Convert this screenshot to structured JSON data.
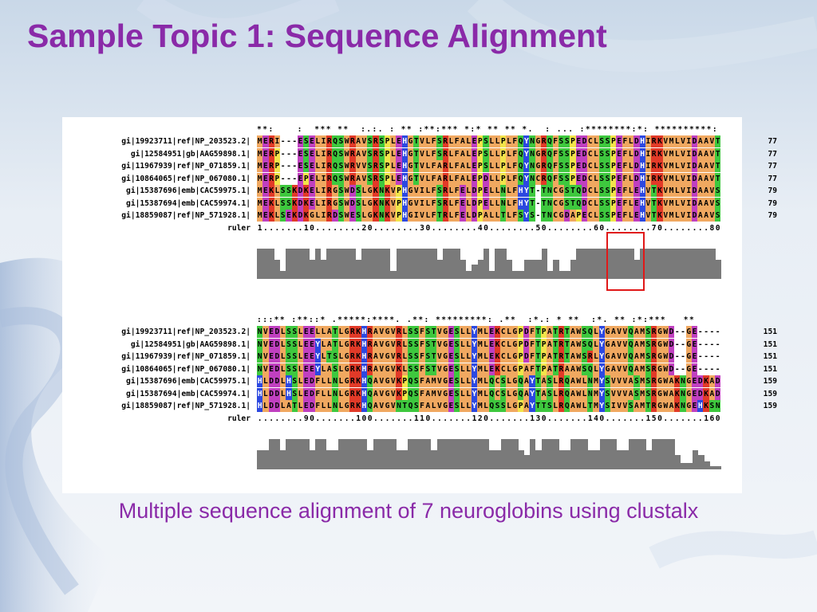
{
  "title": "Sample Topic 1: Sequence Alignment",
  "caption": "Multiple sequence alignment of 7 neuroglobins using clustalx",
  "colors": {
    "title": "#8a2aa8",
    "highlight_box": "#e01818"
  },
  "blocks": [
    {
      "consensus": "**:    :  *** **  :.:. : ** :**:*** *:* ** ** *.  : ... :********:*: **********:",
      "rows": [
        {
          "label": "gi|19923711|ref|NP_203523.2|",
          "seq": "MERI---ESELIRQSWRAVSRSPLEHGTVLFSRLFALEPSLLPLFQYNGRQFSSPEDCLSSPEFLDHIRKVMLVIDAAVT",
          "end": "77"
        },
        {
          "label": "gi|12584951|gb|AAG59898.1|",
          "seq": "MERP---ESELIRQSWRAVSRSPLEHGTVLFSRLFALEPSLLPLFQYNGRQFSSPEDCLSSPEFLDHIRKVMLVIDAAVT",
          "end": "77"
        },
        {
          "label": "gi|11967939|ref|NP_071859.1|",
          "seq": "MERP---ESELIRQSWRVVSRSPLEHGTVLFARLFALEPSLLPLFQYNGRQFSSPEDCLSSPEFLDHIRKVMLVIDAAVT",
          "end": "77"
        },
        {
          "label": "gi|10864065|ref|NP_067080.1|",
          "seq": "MERP---EPELIRQSWRAVSRSPLEHGTVLFARLFALEPDLLPLFQYNCRQFSSPEDCLSSPEFLDHIRKVMLVIDAAVT",
          "end": "77"
        },
        {
          "label": "gi|15387696|emb|CAC59975.1|",
          "seq": "MEKLSSKDKELIRGSWDSLGKNKVPHGVILFSRLFELDPELLNLFHYT-TNCGSTQDCLSSPEFLEHVTKVMLVIDAAVS",
          "end": "79"
        },
        {
          "label": "gi|15387694|emb|CAC59974.1|",
          "seq": "MEKLSSKDKELIRGSWDSLGKNKVPHGVILFSRLFELDPELLNLFHYT-TNCGSTQDCLSSPEFLEHVTKVMLVIDAAVS",
          "end": "79"
        },
        {
          "label": "gi|18859087|ref|NP_571928.1|",
          "seq": "MEKLSEKDKGLIRDSWESLGKNKVPHGIVLFTRLFELDPALLTLFSYS-TNCGDAPECLSSPEFLEHVTKVMLVIDAAVS",
          "end": "79"
        }
      ],
      "ruler": "1.......10........20........30........40........50........60........70........80",
      "ruler_label": "ruler",
      "hist": [
        38,
        38,
        38,
        24,
        10,
        38,
        38,
        38,
        38,
        24,
        38,
        24,
        38,
        38,
        38,
        38,
        38,
        24,
        38,
        38,
        38,
        38,
        38,
        10,
        38,
        38,
        38,
        38,
        38,
        38,
        38,
        24,
        38,
        38,
        38,
        24,
        10,
        18,
        24,
        38,
        10,
        38,
        38,
        24,
        10,
        10,
        24,
        24,
        24,
        38,
        10,
        24,
        10,
        10,
        24,
        38,
        38,
        38,
        38,
        38,
        38,
        38,
        38,
        38,
        38,
        24,
        38,
        38,
        38,
        38,
        38,
        38,
        38,
        38,
        38,
        38,
        38,
        38,
        38,
        24
      ]
    },
    {
      "consensus": ":::** :**::* .*****:****. .**: *********: .**  :*.: * **  :*. ** :*:***   **",
      "rows": [
        {
          "label": "gi|19923711|ref|NP_203523.2|",
          "seq": "NVEDLSSLEELLATLGRKHRAVGVRLSSFSTVGESLLYMLEKCLGPDFTPATRTAWSQLYGAVVQAMSRGWD--GE----",
          "end": "151"
        },
        {
          "label": "gi|12584951|gb|AAG59898.1|",
          "seq": "NVEDLSSLEEYLATLGRKHRAVGVRLSSFSTVGESLLYMLEKCLGPDFTPATRTAWSQLYGAVVQAMSRGWD--GE----",
          "end": "151"
        },
        {
          "label": "gi|11967939|ref|NP_071859.1|",
          "seq": "NVEDLSSLEEYLTSLGRKHRAVGVRLSSFSTVGESLLYMLEKCLGPDFTPATRTAWSRLYGAVVQAMSRGWD--GE----",
          "end": "151"
        },
        {
          "label": "gi|10864065|ref|NP_067080.1|",
          "seq": "NVEDLSSLEEYLASLGRKHRAVGVKLSSFSTVGESLLYMLEKCLGPAFTPATRAAWSQLYGAVVQAMSRGWD--GE----",
          "end": "151"
        },
        {
          "label": "gi|15387696|emb|CAC59975.1|",
          "seq": "HLDDLHSLEDFLLNLGRKHQAVGVKPQSFAMVGESLLYMLQCSLGQAYTASLRQAWLNMYSVVVASMSRGWAKNGEDKAD",
          "end": "159"
        },
        {
          "label": "gi|15387694|emb|CAC59974.1|",
          "seq": "HLDDLHSLEDFLLNLGRKHQAVGVKPQSFAMVGESLLYMLQCSLGQAYTASLRQAWLNMYSVVVASMSRGWAKNGEDKAD",
          "end": "159"
        },
        {
          "label": "gi|18859087|ref|NP_571928.1|",
          "seq": "HLDDLATLEDFLLNLGRKHQAVGVNTQSFALVGESLLYMLQSSLGPAYTTSLRQAWLTMYSIVVSAMTRGWAKNGEHKSN",
          "end": "159"
        }
      ],
      "ruler": "........90.......100.......110.......120.......130.......140.......150.......160",
      "ruler_label": "ruler",
      "hist": [
        24,
        24,
        38,
        38,
        24,
        38,
        38,
        38,
        38,
        24,
        38,
        38,
        24,
        24,
        38,
        38,
        38,
        38,
        38,
        24,
        38,
        38,
        38,
        38,
        24,
        24,
        38,
        38,
        38,
        38,
        24,
        38,
        38,
        38,
        38,
        38,
        38,
        38,
        38,
        38,
        24,
        24,
        38,
        38,
        38,
        24,
        18,
        38,
        24,
        38,
        38,
        38,
        24,
        24,
        38,
        38,
        38,
        24,
        24,
        38,
        38,
        38,
        24,
        24,
        38,
        38,
        38,
        24,
        38,
        38,
        38,
        38,
        18,
        8,
        8,
        24,
        18,
        10,
        4,
        4
      ]
    }
  ]
}
